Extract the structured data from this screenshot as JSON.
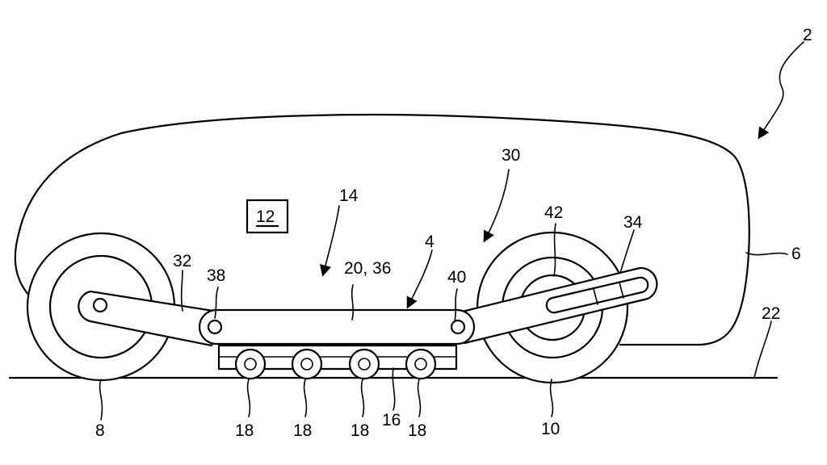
{
  "labels": {
    "l2": "2",
    "l4": "4",
    "l6": "6",
    "l8": "8",
    "l10": "10",
    "l12": "12",
    "l14": "14",
    "l16": "16",
    "l18a": "18",
    "l18b": "18",
    "l18c": "18",
    "l18d": "18",
    "l20_36": "20, 36",
    "l22": "22",
    "l30": "30",
    "l32": "32",
    "l34": "34",
    "l38": "38",
    "l40": "40",
    "l42": "42"
  }
}
